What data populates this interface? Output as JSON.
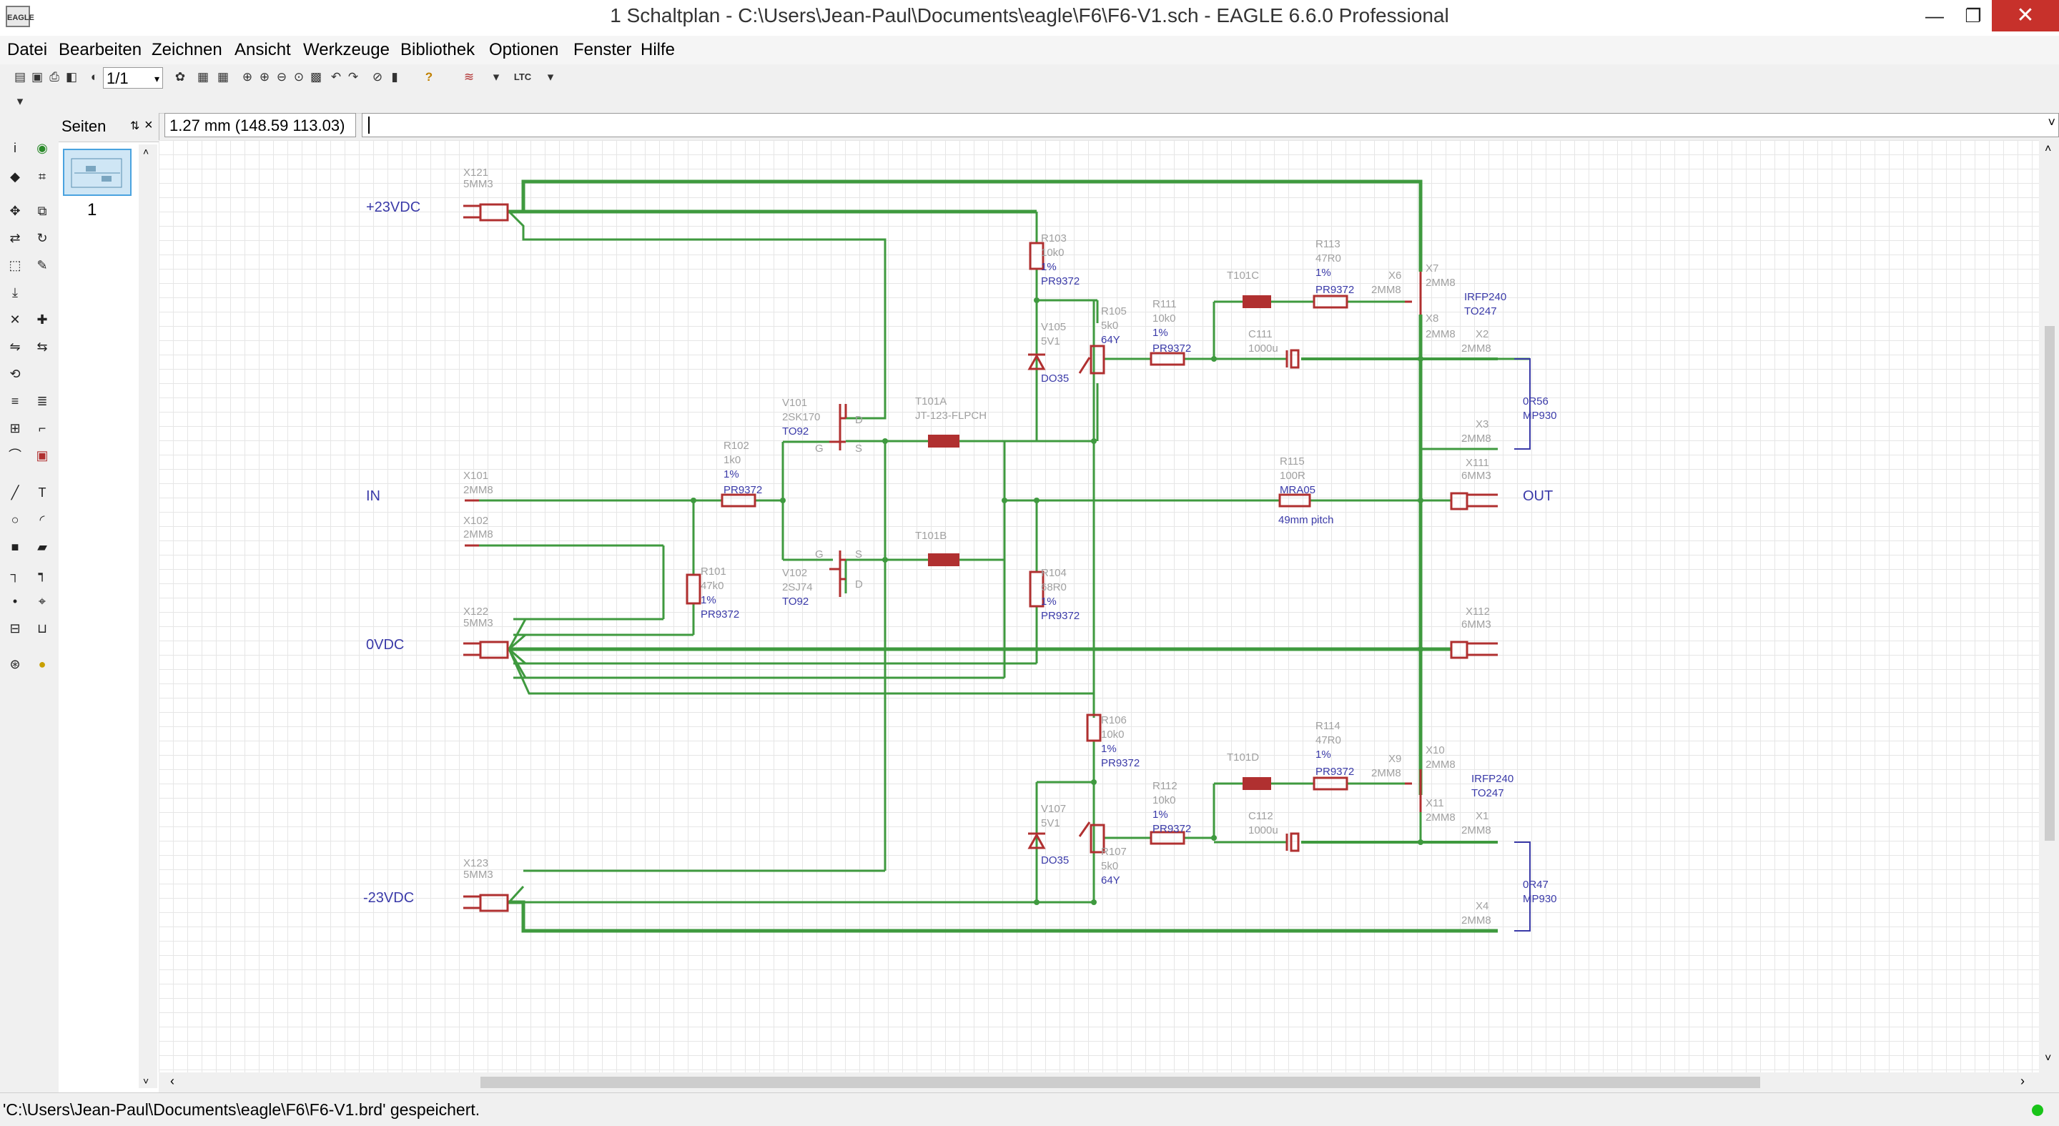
{
  "window": {
    "title": "1 Schaltplan - C:\\Users\\Jean-Paul\\Documents\\eagle\\F6\\F6-V1.sch - EAGLE 6.6.0 Professional",
    "icon_label": "EAGLE",
    "minimize": "—",
    "restore": "❐",
    "close": "✕"
  },
  "menu": [
    {
      "label": "Datei"
    },
    {
      "label": "Bearbeiten"
    },
    {
      "label": "Zeichnen"
    },
    {
      "label": "Ansicht"
    },
    {
      "label": "Werkzeuge"
    },
    {
      "label": "Bibliothek"
    },
    {
      "label": "Optionen"
    },
    {
      "label": "Fenster"
    },
    {
      "label": "Hilfe"
    }
  ],
  "toolbar": {
    "zoom_select": "1/1",
    "icons": [
      "open-icon",
      "save-icon",
      "print-icon",
      "cam-icon",
      "zoom-select-icon",
      "ulp-icon",
      "script-icon",
      "zoom-fit-icon",
      "zoom-in-icon",
      "zoom-out-icon",
      "redraw-icon",
      "zoom-area-icon",
      "undo-icon",
      "redo-icon",
      "stop-icon",
      "go-icon",
      "help-icon",
      "design-link-icon",
      "ltspice-icon"
    ],
    "ltspice_label": "LTC"
  },
  "pages_panel": {
    "title": "Seiten",
    "pin": "⇅",
    "close": "×",
    "pages": [
      {
        "number": "1"
      }
    ]
  },
  "coordinate_display": "1.27 mm (148.59 113.03)",
  "command_line": {
    "value": ""
  },
  "status": {
    "text": "'C:\\Users\\Jean-Paul\\Documents\\eagle\\F6\\F6-V1.brd' gespeichert."
  },
  "colors": {
    "net": "#3f9a3f",
    "part": "#b03030",
    "name": "#a0a0a0",
    "label": "#3a3aa8"
  },
  "schematic": {
    "net_labels": [
      "+23VDC",
      "IN",
      "0VDC",
      "-23VDC",
      "OUT"
    ],
    "parts": [
      {
        "name": "X121",
        "value": "5MM3"
      },
      {
        "name": "X101",
        "value": "2MM8"
      },
      {
        "name": "X102",
        "value": "2MM8"
      },
      {
        "name": "X122",
        "value": "5MM3"
      },
      {
        "name": "X123",
        "value": "5MM3"
      },
      {
        "name": "R103",
        "value": "10k0",
        "tol": "1%",
        "pkg": "PR9372"
      },
      {
        "name": "R102",
        "value": "1k0",
        "tol": "1%",
        "pkg": "PR9372"
      },
      {
        "name": "R101",
        "value": "47k0",
        "tol": "1%",
        "pkg": "PR9372"
      },
      {
        "name": "R104",
        "value": "68R0",
        "tol": "1%",
        "pkg": "PR9372"
      },
      {
        "name": "R106",
        "value": "10k0",
        "tol": "1%",
        "pkg": "PR9372"
      },
      {
        "name": "R105",
        "value": "5k0",
        "pkg": "64Y"
      },
      {
        "name": "R107",
        "value": "5k0",
        "pkg": "64Y"
      },
      {
        "name": "R111",
        "value": "10k0",
        "tol": "1%",
        "pkg": "PR9372"
      },
      {
        "name": "R112",
        "value": "10k0",
        "tol": "1%",
        "pkg": "PR9372"
      },
      {
        "name": "R113",
        "value": "47R0",
        "tol": "1%",
        "pkg": "PR9372"
      },
      {
        "name": "R114",
        "value": "47R0",
        "tol": "1%",
        "pkg": "PR9372"
      },
      {
        "name": "R115",
        "value": "100R",
        "pkg": "MRA05",
        "note": "49mm pitch"
      },
      {
        "name": "V101",
        "value": "2SK170",
        "pkg": "TO92"
      },
      {
        "name": "V102",
        "value": "2SJ74",
        "pkg": "TO92"
      },
      {
        "name": "V105",
        "value": "5V1",
        "pkg": "DO35"
      },
      {
        "name": "V107",
        "value": "5V1",
        "pkg": "DO35"
      },
      {
        "name": "T101A",
        "value": "JT-123-FLPCH"
      },
      {
        "name": "T101B"
      },
      {
        "name": "T101C"
      },
      {
        "name": "T101D"
      },
      {
        "name": "C111",
        "value": "1000u"
      },
      {
        "name": "C112",
        "value": "1000u"
      },
      {
        "name": "X6",
        "value": "2MM8"
      },
      {
        "name": "X7",
        "value": "2MM8"
      },
      {
        "name": "X8",
        "value": "2MM8"
      },
      {
        "name": "X2",
        "value": "2MM8"
      },
      {
        "name": "X3",
        "value": "2MM8"
      },
      {
        "name": "X9",
        "value": "2MM8"
      },
      {
        "name": "X10",
        "value": "2MM8"
      },
      {
        "name": "X11",
        "value": "2MM8"
      },
      {
        "name": "X1",
        "value": "2MM8"
      },
      {
        "name": "X4",
        "value": "2MM8"
      },
      {
        "name": "X111",
        "value": "6MM3"
      },
      {
        "name": "X112",
        "value": "6MM3"
      }
    ],
    "mosfet_top": {
      "value": "IRFP240",
      "pkg": "TO247"
    },
    "mosfet_bottom": {
      "value": "IRFP240",
      "pkg": "TO247"
    },
    "res_top": {
      "value": "0R56",
      "pkg": "MP930"
    },
    "res_bottom": {
      "value": "0R47",
      "pkg": "MP930"
    },
    "pin_labels": {
      "d": "D",
      "s": "S",
      "g": "G"
    }
  }
}
